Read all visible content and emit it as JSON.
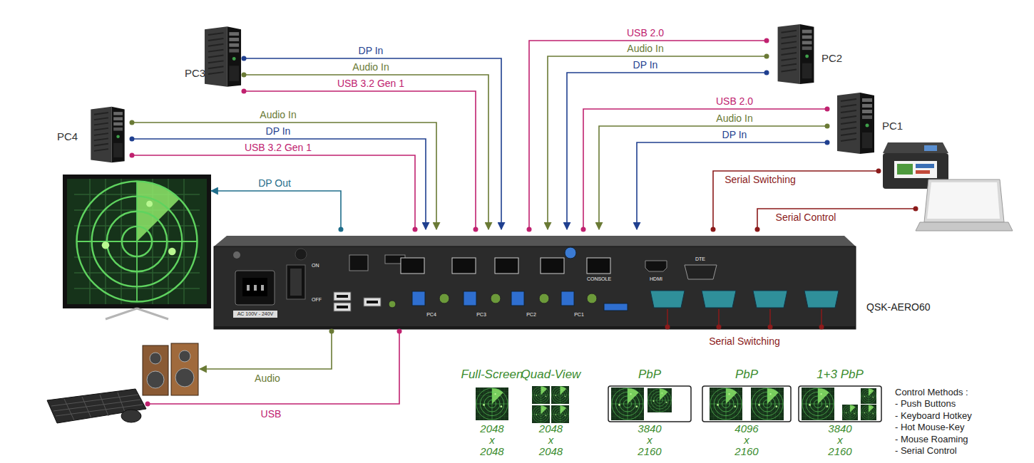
{
  "diagram": {
    "nodes": [
      {
        "text": [
          "PC3"
        ]
      },
      {
        "text": [
          "PC2"
        ]
      },
      {
        "text": [
          "PC1"
        ]
      },
      {
        "text": [
          "PC4"
        ]
      },
      {
        "text": []
      },
      {
        "text": []
      },
      {
        "text": []
      },
      {
        "text": [
          "QSK-AERO60"
        ]
      },
      {
        "text": []
      },
      {
        "text": []
      },
      {
        "text": [
          "Full-Screen",
          "2048 x 2048"
        ]
      },
      {
        "text": [
          "Quad-View",
          "2048 x 2048"
        ]
      },
      {
        "text": [
          "PbP",
          "3840 x 2160"
        ]
      },
      {
        "text": [
          "PbP",
          "4096 x 2160"
        ]
      },
      {
        "text": [
          "1+3 PbP",
          "3840 x 2160"
        ]
      }
    ],
    "edges": [
      {
        "from": 0,
        "to": 7,
        "arrow": "to",
        "label": "DP In"
      },
      {
        "from": 0,
        "to": 7,
        "arrow": "to",
        "label": "Audio In"
      },
      {
        "from": 0,
        "to": 7,
        "arrow": "none",
        "label": "USB 3.2 Gen 1"
      },
      {
        "from": 1,
        "to": 7,
        "arrow": "none",
        "label": "USB 2.0"
      },
      {
        "from": 1,
        "to": 7,
        "arrow": "to",
        "label": "Audio In"
      },
      {
        "from": 1,
        "to": 7,
        "arrow": "to",
        "label": "DP In"
      },
      {
        "from": 2,
        "to": 7,
        "arrow": "none",
        "label": "USB 2.0"
      },
      {
        "from": 2,
        "to": 7,
        "arrow": "to",
        "label": "Audio In"
      },
      {
        "from": 2,
        "to": 7,
        "arrow": "to",
        "label": "DP In"
      },
      {
        "from": 3,
        "to": 7,
        "arrow": "to",
        "label": "Audio In"
      },
      {
        "from": 3,
        "to": 7,
        "arrow": "to",
        "label": "DP In"
      },
      {
        "from": 3,
        "to": 7,
        "arrow": "none",
        "label": "USB 3.2 Gen 1"
      },
      {
        "from": 7,
        "to": 5,
        "arrow": "to",
        "label": "DP Out"
      },
      {
        "from": 7,
        "to": 4,
        "arrow": "none",
        "label": "Serial Switching"
      },
      {
        "from": 7,
        "to": 6,
        "arrow": "none",
        "label": "Serial Control"
      },
      {
        "from": 7,
        "to": 8,
        "arrow": "to",
        "label": "Audio"
      },
      {
        "from": 7,
        "to": 9,
        "arrow": "none",
        "label": "USB"
      }
    ],
    "labels": [
      "AC 100V - 240V",
      "ON",
      "OFF",
      "CONSOLE",
      "HDMI",
      "DTE",
      "PC4",
      "PC3",
      "PC2",
      "PC1",
      "Serial Switching",
      "Control Methods :",
      "- Push Buttons",
      "- Keyboard Hotkey",
      "- Hot Mouse-Key",
      "- Mouse Roaming",
      "- Serial Control"
    ]
  }
}
